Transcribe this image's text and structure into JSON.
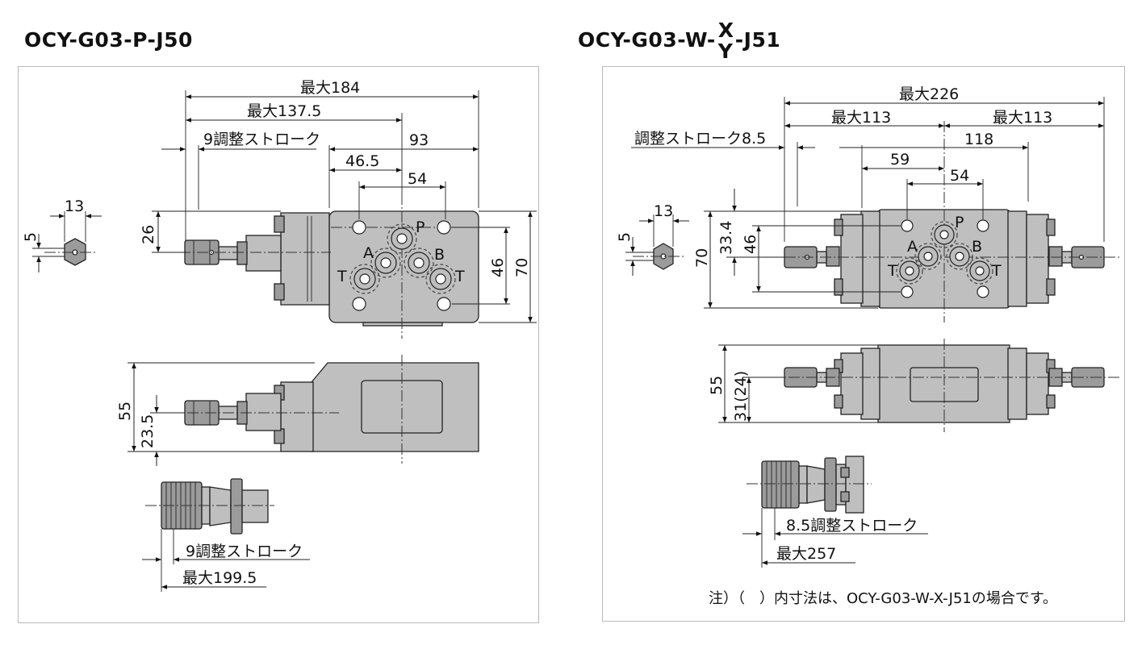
{
  "left": {
    "title": "OCY-G03-P-J50",
    "dims": {
      "max184": "最大184",
      "max137_5": "最大137.5",
      "stroke9": "9調整ストローク",
      "d93": "93",
      "d46_5": "46.5",
      "d54": "54",
      "d13": "13",
      "d5": "5",
      "d26": "26",
      "d46": "46",
      "d70": "70",
      "d55": "55",
      "d23_5": "23.5",
      "stroke9b": "9調整ストローク",
      "max199_5": "最大199.5"
    },
    "ports": {
      "P": "P",
      "A": "A",
      "B": "B",
      "T1": "T",
      "T2": "T"
    }
  },
  "right": {
    "title_main": "OCY-G03-W-",
    "title_x": "X",
    "title_y": "Y",
    "title_suffix": "-J51",
    "dims": {
      "max226": "最大226",
      "max113a": "最大113",
      "max113b": "最大113",
      "stroke8_5": "調整ストローク8.5",
      "d118": "118",
      "d59": "59",
      "d54": "54",
      "d13": "13",
      "d5": "5",
      "d70": "70",
      "d33_4": "33.4",
      "d46": "46",
      "d55": "55",
      "d31": "31(24)",
      "stroke8_5b": "8.5調整ストローク",
      "max257": "最大257"
    },
    "ports": {
      "P": "P",
      "A": "A",
      "B": "B",
      "T1": "T",
      "T2": "T"
    },
    "note": "注）（　）内寸法は、OCY-G03-W-X-J51の場合です。"
  }
}
